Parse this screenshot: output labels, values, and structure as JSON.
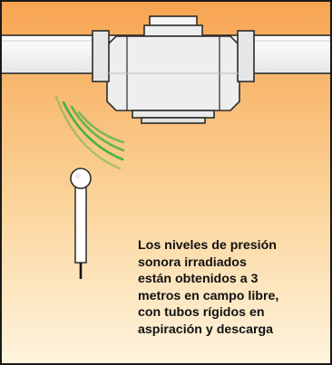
{
  "diagram": {
    "colors": {
      "background_top": "#F7A451",
      "background_bottom": "#FEF4DE",
      "pipe_fill": "#F2F2F2",
      "pipe_stroke": "#2B2B2B",
      "fan_body_fill": "#EEEEEE",
      "sound_wave": "#3CB043",
      "microphone_stem": "#FFFFFF",
      "microphone_cable": "#111111",
      "border": "#1A1A1A",
      "caption_text": "#111111"
    },
    "icons": {
      "duct_fan": "inline-duct-fan-icon",
      "microphone": "measurement-microphone-icon",
      "waves": "sound-wave-arcs-icon"
    },
    "caption": {
      "lines": [
        "Los niveles de presión",
        "sonora irradiados",
        "están obtenidos a 3",
        "metros en campo libre,",
        "con tubos rígidos en",
        "aspiración y descarga"
      ]
    }
  }
}
